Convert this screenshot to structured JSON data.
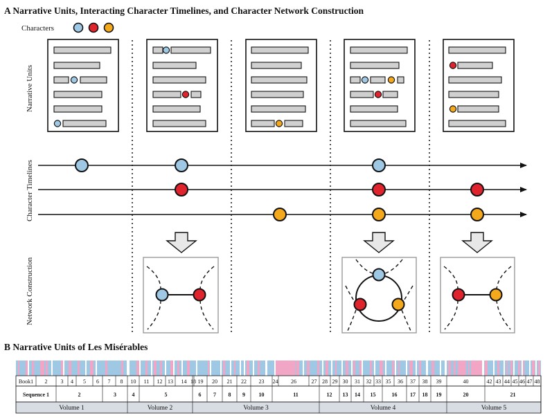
{
  "panel_a": {
    "title": "A Narrative Units, Interacting Character Timelines, and Character Network Construction",
    "legend_label": "Characters",
    "row_labels": {
      "units": "Narrative Units",
      "timelines": "Character Timelines",
      "network": "Network Construction"
    }
  },
  "panel_b": {
    "title": "B Narrative Units of Les Misérables",
    "books": [
      "Book1",
      "2",
      "3",
      "4",
      "5",
      "6",
      "7",
      "8",
      "10",
      "11",
      "12",
      "13",
      "14",
      "18",
      "19",
      "20",
      "21",
      "22",
      "23",
      "24",
      "26",
      "27",
      "28",
      "29",
      "30",
      "31",
      "32",
      "33",
      "35",
      "36",
      "37",
      "38",
      "39",
      "40",
      "42",
      "43",
      "44",
      "45",
      "46",
      "47",
      "48"
    ],
    "sequences": [
      "Sequence 1",
      "2",
      "3",
      "4",
      "5",
      "6",
      "7",
      "8",
      "9",
      "10",
      "11",
      "12",
      "13",
      "14",
      "15",
      "16",
      "17",
      "18",
      "19",
      "20",
      "21"
    ],
    "volumes": [
      "Volume 1",
      "Volume 2",
      "Volume 3",
      "Volume 4",
      "Volume 5"
    ]
  },
  "colors": {
    "blue": "#9ec8e4",
    "red": "#e0242e",
    "orange": "#f4a81c",
    "pink": "#f2a6c6",
    "paper_line": "#d0d0d0"
  }
}
